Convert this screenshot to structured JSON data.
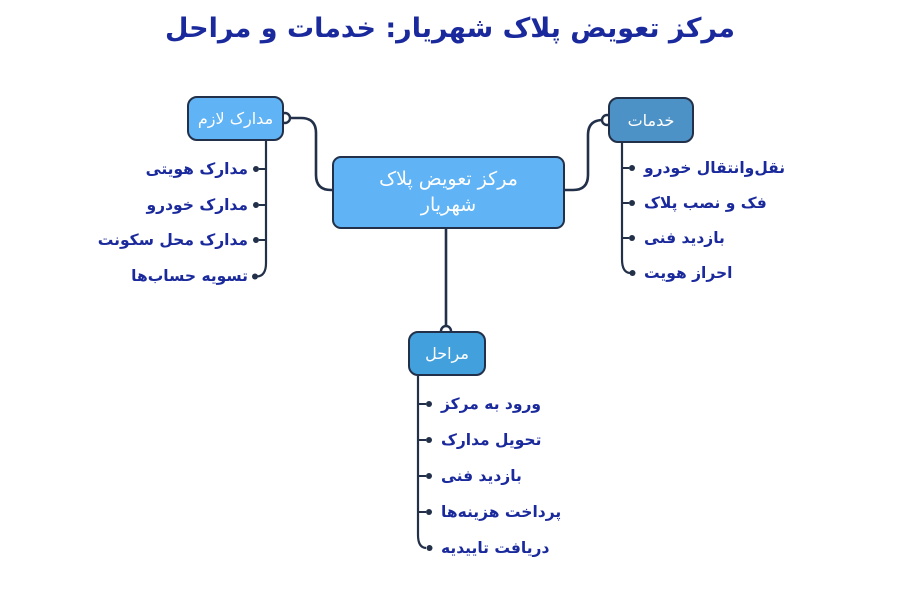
{
  "title": "مرکز تعویض پلاک شهریار: خدمات و مراحل",
  "center_node": {
    "label_lines": [
      "مرکز تعویض پلاک",
      "شهریار"
    ]
  },
  "branches": {
    "documents": {
      "label": "مدارک لازم",
      "items": [
        "مدارک هویتی",
        "مدارک خودرو",
        "مدارک محل سکونت",
        "تسویه حساب‌ها"
      ]
    },
    "services": {
      "label": "خدمات",
      "items": [
        "نقل‌وانتقال خودرو",
        "فک و نصب پلاک",
        "بازدید فنی",
        "احراز هویت"
      ]
    },
    "steps": {
      "label": "مراحل",
      "items": [
        "ورود به مرکز",
        "تحویل مدارک",
        "بازدید فنی",
        "پرداخت هزینه‌ها",
        "دریافت تاییدیه"
      ]
    }
  },
  "colors": {
    "background": "#ffffff",
    "title_text": "#1a2a9c",
    "item_text": "#1a2a9c",
    "line": "#223049",
    "node_border": "#223049",
    "node_text": "#ffffff",
    "center_fill": "#60b3f4",
    "documents_fill": "#60b3f4",
    "services_fill": "#4d92c6",
    "steps_fill": "#42a0dc"
  }
}
